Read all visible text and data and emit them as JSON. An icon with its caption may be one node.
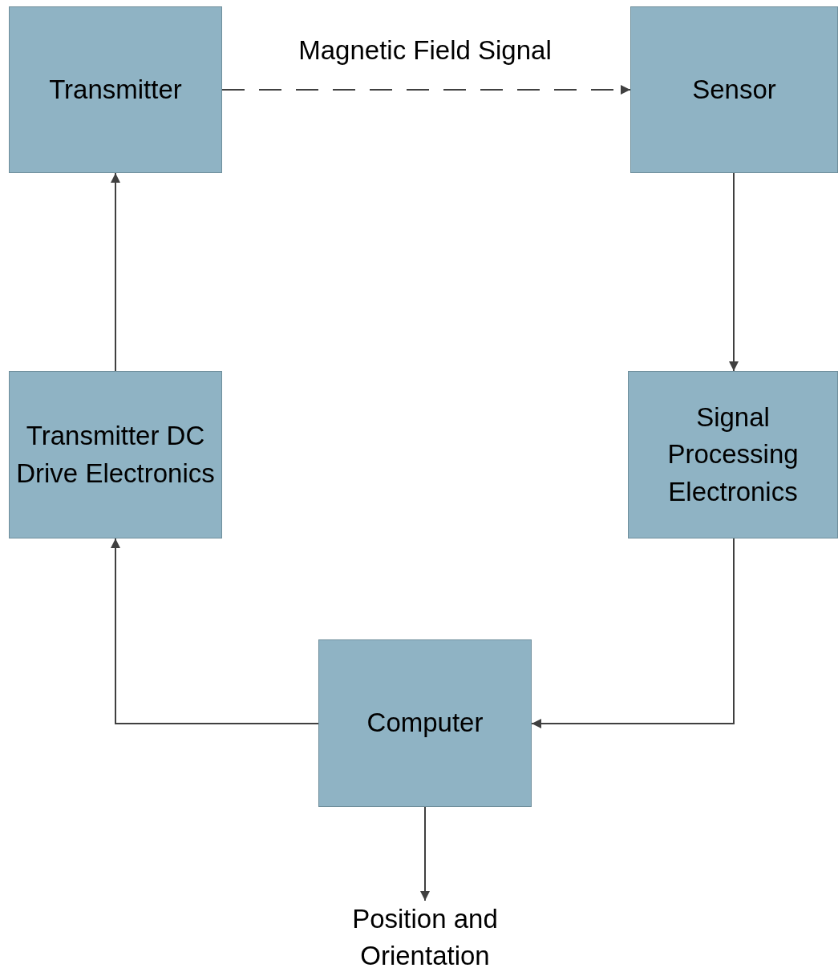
{
  "diagram": {
    "nodes": [
      {
        "text": [
          "Transmitter"
        ]
      },
      {
        "text": [
          "Sensor"
        ]
      },
      {
        "text": [
          "Transmitter DC Drive Electronics"
        ]
      },
      {
        "text": [
          "Signal Processing Electronics"
        ]
      },
      {
        "text": [
          "Computer"
        ]
      },
      {
        "text": [
          "Position and Orientation"
        ]
      }
    ],
    "edges": [
      {
        "from": 0,
        "to": 1,
        "arrow": "to",
        "style": "dashed",
        "label": "Magnetic Field Signal"
      },
      {
        "from": 1,
        "to": 3,
        "arrow": "to"
      },
      {
        "from": 3,
        "to": 4,
        "arrow": "to"
      },
      {
        "from": 4,
        "to": 2,
        "arrow": "to"
      },
      {
        "from": 2,
        "to": 0,
        "arrow": "to"
      },
      {
        "from": 4,
        "to": 5,
        "arrow": "to"
      }
    ]
  }
}
